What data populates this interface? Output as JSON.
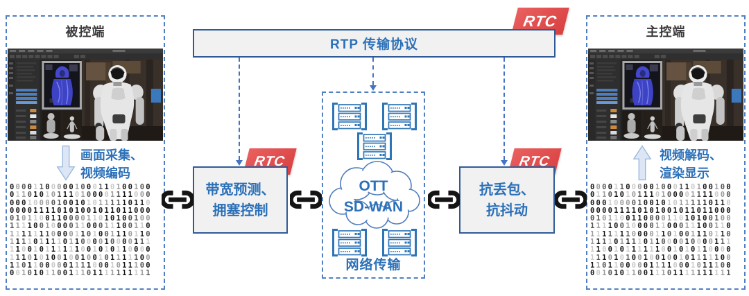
{
  "left_panel": {
    "title": "被控端",
    "flow_line1": "画面采集、",
    "flow_line2": "视频编码",
    "arrow_direction": "down"
  },
  "right_panel": {
    "title": "主控端",
    "flow_line1": "视频解码、",
    "flow_line2": "渲染显示",
    "arrow_direction": "up"
  },
  "rtp_bar": {
    "label": "RTP 传输协议",
    "badge": "RTC"
  },
  "bandwidth_box": {
    "line1": "带宽预测、",
    "line2": "拥塞控制",
    "badge": "RTC"
  },
  "network_box": {
    "cloud_line1": "OTT",
    "cloud_line2": "SD-WAN",
    "label": "网络传输"
  },
  "resilience_box": {
    "line1": "抗丢包、",
    "line2": "抗抖动",
    "badge": "RTC"
  },
  "binary_rows": [
    "000011000001000110100100",
    "011010101110100001111000",
    "000100001001010111110110",
    "000011110101001011011000",
    "010110011000011010100100",
    "111100100001100011100110",
    "111111100001101001110110",
    "111101111011000010000111",
    "110010111111001010110000",
    "111010100100100101111100",
    "110110000011110001011100",
    "001010110011101111111111"
  ],
  "icons": {
    "chain": "chain-link-icon",
    "server": "server-rack-icon",
    "cloud": "cloud-icon",
    "down_arrow": "down-arrow-icon",
    "up_arrow": "up-arrow-icon"
  },
  "colors": {
    "accent_blue_text": "#2b70b8",
    "box_border_navy": "#2e5b97",
    "dashed_border_blue": "#5080bf",
    "connector_blue": "#4472c4",
    "badge_red": "#d84040",
    "box_fill": "#f1f1f1",
    "chain_black": "#151515"
  }
}
